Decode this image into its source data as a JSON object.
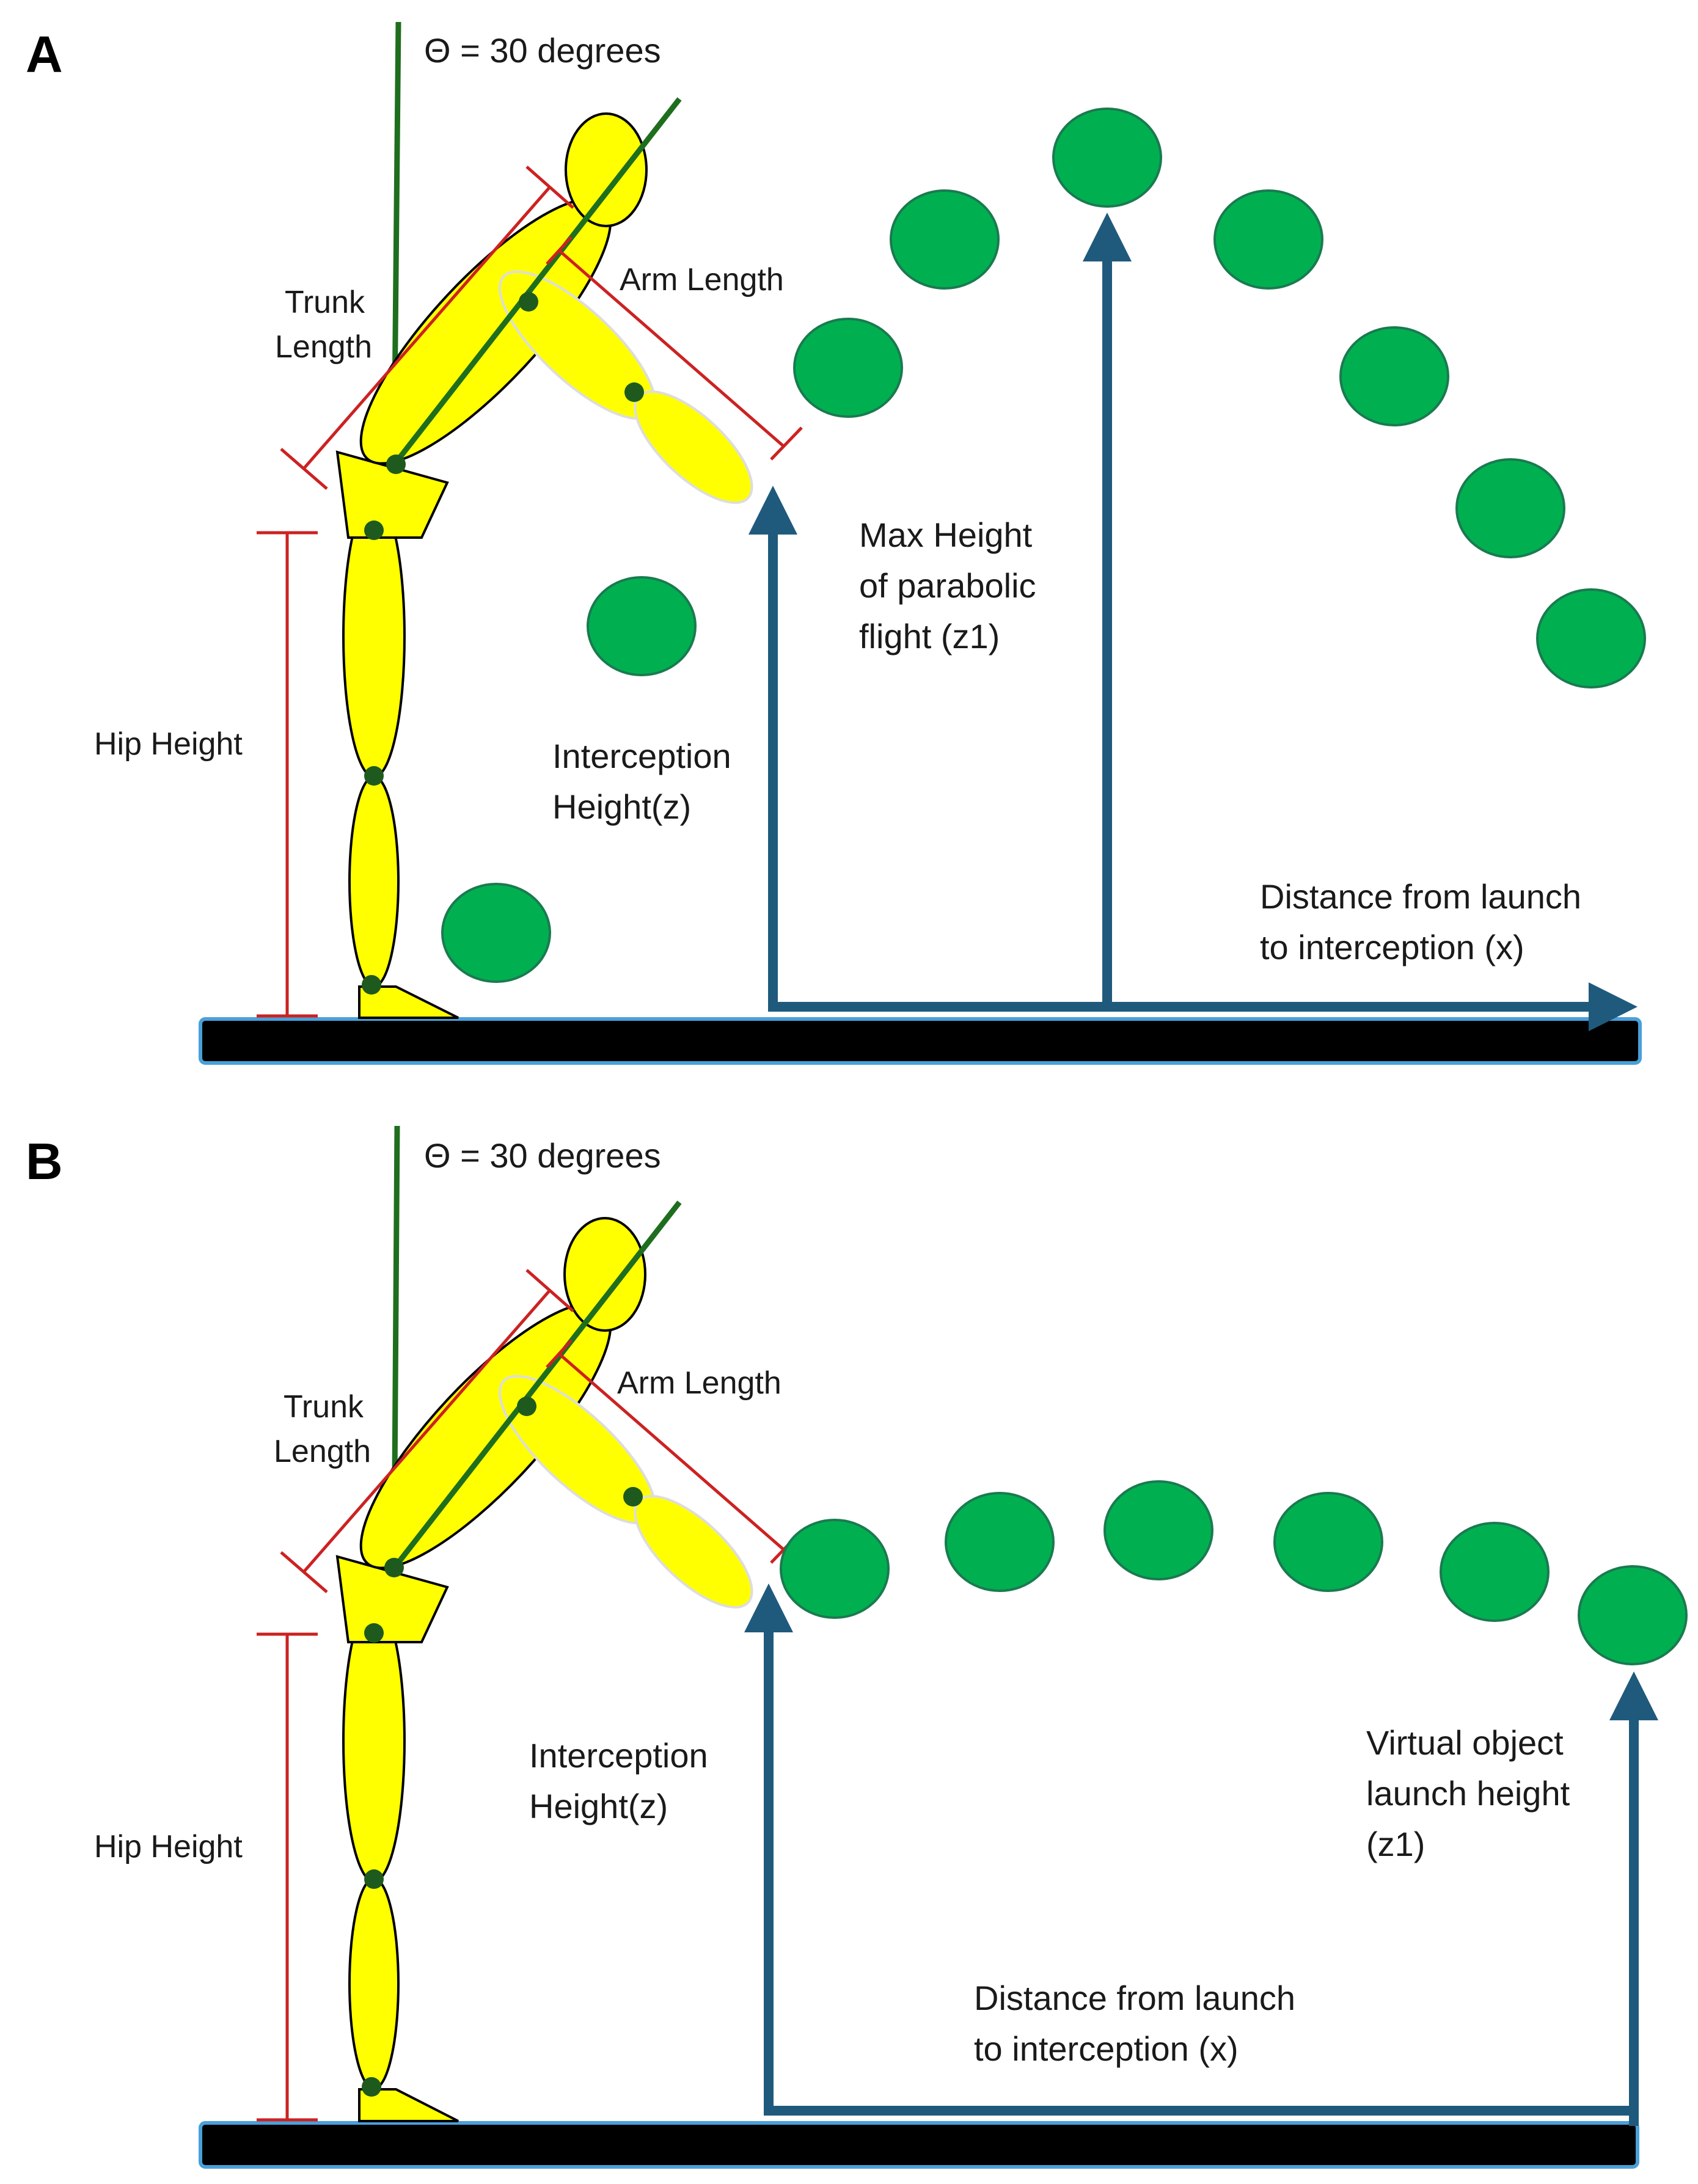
{
  "colors": {
    "body_fill": "#ffff00",
    "ball_fill": "#00b050",
    "joint_fill": "#1e5a1e",
    "trunk_line": "#1e6e1e",
    "dimension_red": "#cc2222",
    "arrow_blue": "#1f5a7d",
    "ground_fill": "#000000",
    "ground_stroke": "#4aa0d8"
  },
  "panel_a": {
    "letter": "A",
    "theta": "Θ = 30 degrees",
    "trunk_length": [
      "Trunk",
      "Length"
    ],
    "arm_length": "Arm Length",
    "hip_height": "Hip Height",
    "interception_height": [
      "Interception",
      "Height(z)"
    ],
    "max_height": [
      "Max Height",
      "of parabolic",
      "flight (z1)"
    ],
    "distance": [
      "Distance from launch",
      "to interception (x)"
    ]
  },
  "panel_b": {
    "letter": "B",
    "theta": "Θ = 30 degrees",
    "trunk_length": [
      "Trunk",
      "Length"
    ],
    "arm_length": "Arm Length",
    "hip_height": "Hip Height",
    "interception_height": [
      "Interception",
      "Height(z)"
    ],
    "launch_height": [
      "Virtual object",
      "launch height",
      "(z1)"
    ],
    "distance": [
      "Distance from launch",
      "to interception (x)"
    ]
  }
}
